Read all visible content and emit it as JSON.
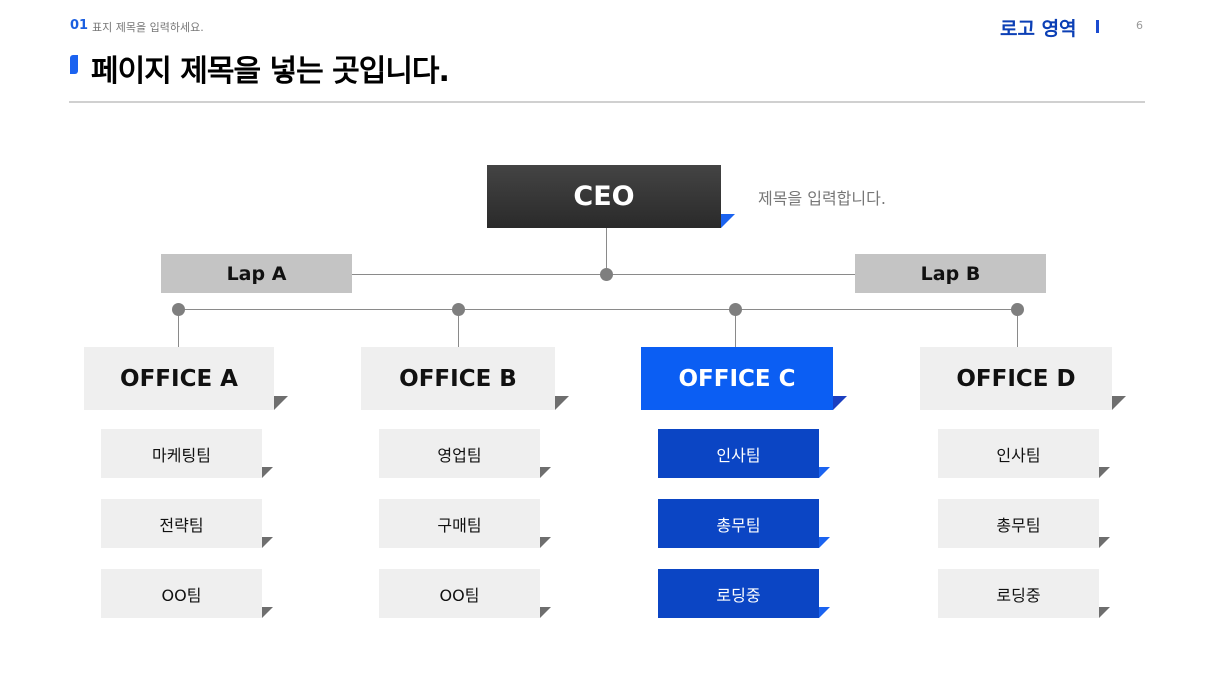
{
  "header": {
    "section_number": "01",
    "section_title": "표지 제목을 입력하세요.",
    "logo": "로고 영역",
    "page_number": "6",
    "page_title": "페이지 제목을 넣는 곳입니다."
  },
  "org": {
    "ceo": {
      "label": "CEO",
      "note": "제목을 입력합니다."
    },
    "labs": [
      {
        "label": "Lap A"
      },
      {
        "label": "Lap B"
      }
    ],
    "offices": [
      {
        "label": "OFFICE A",
        "highlight": false,
        "teams": [
          "마케팅팀",
          "전략팀",
          "OO팀"
        ]
      },
      {
        "label": "OFFICE B",
        "highlight": false,
        "teams": [
          "영업팀",
          "구매팀",
          "OO팀"
        ]
      },
      {
        "label": "OFFICE C",
        "highlight": true,
        "teams": [
          "인사팀",
          "총무팀",
          "로딩중"
        ]
      },
      {
        "label": "OFFICE D",
        "highlight": false,
        "teams": [
          "인사팀",
          "총무팀",
          "로딩중"
        ]
      }
    ]
  },
  "colors": {
    "accent": "#0b5ef3",
    "accent_dark": "#0b45c4",
    "logo": "#0b3fb5",
    "ceo_bg": "#333333",
    "lap_bg": "#c4c4c4",
    "box_bg": "#efefef"
  }
}
